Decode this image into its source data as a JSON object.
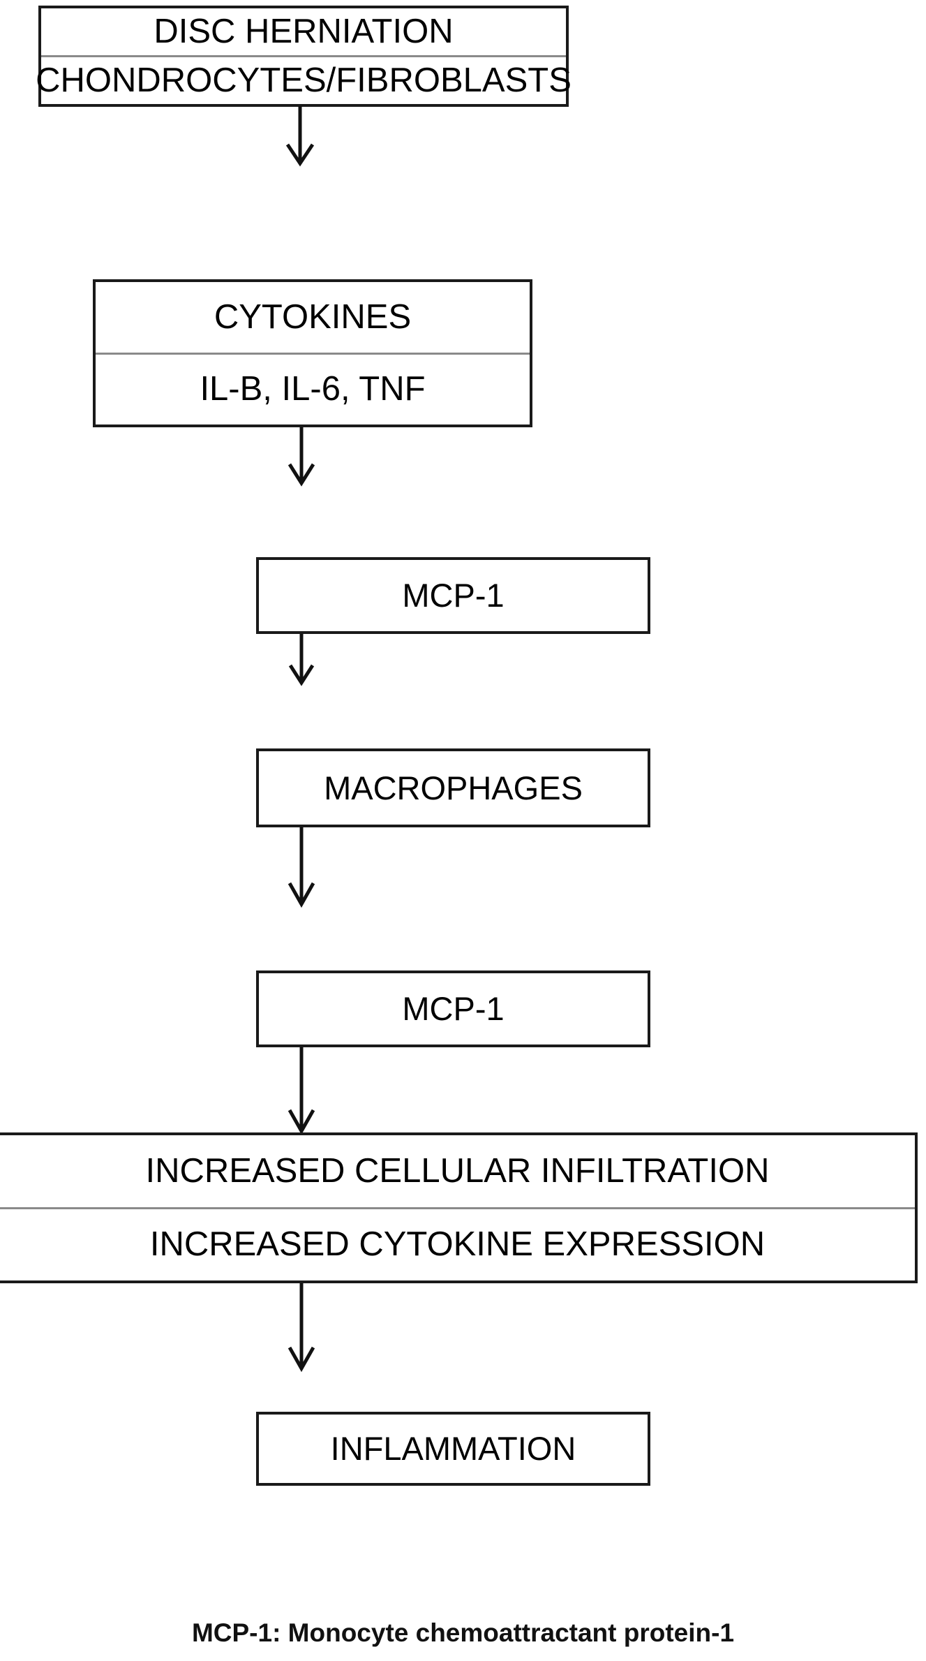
{
  "diagram": {
    "title": "Disc herniation inflammation pathway flowchart",
    "background_color": "#ffffff",
    "border_color": "#1a1a1a",
    "divider_color": "#8a8a8a",
    "arrow_color": "#111111",
    "nodes": [
      {
        "id": "disc-herniation",
        "lines": [
          "DISC HERNIATION",
          "CHONDROCYTES/FIBROBLASTS"
        ]
      },
      {
        "id": "cytokines",
        "lines": [
          "CYTOKINES",
          "IL-B, IL-6, TNF"
        ]
      },
      {
        "id": "mcp-1-first",
        "lines": [
          "MCP-1"
        ]
      },
      {
        "id": "macrophages",
        "lines": [
          "MACROPHAGES"
        ]
      },
      {
        "id": "mcp-1-second",
        "lines": [
          "MCP-1"
        ]
      },
      {
        "id": "increased-response",
        "lines": [
          "INCREASED CELLULAR INFILTRATION",
          "INCREASED CYTOKINE EXPRESSION"
        ]
      },
      {
        "id": "inflammation",
        "lines": [
          "INFLAMMATION"
        ]
      }
    ],
    "arrows": [
      {
        "id": "arrow-1",
        "from": "disc-herniation",
        "to": "cytokines"
      },
      {
        "id": "arrow-2",
        "from": "cytokines",
        "to": "mcp-1-first"
      },
      {
        "id": "arrow-3",
        "from": "mcp-1-first",
        "to": "macrophages"
      },
      {
        "id": "arrow-4",
        "from": "macrophages",
        "to": "mcp-1-second"
      },
      {
        "id": "arrow-5",
        "from": "mcp-1-second",
        "to": "increased-response"
      },
      {
        "id": "arrow-6",
        "from": "increased-response",
        "to": "inflammation"
      }
    ],
    "caption": "MCP-1: Monocyte chemoattractant protein-1"
  }
}
